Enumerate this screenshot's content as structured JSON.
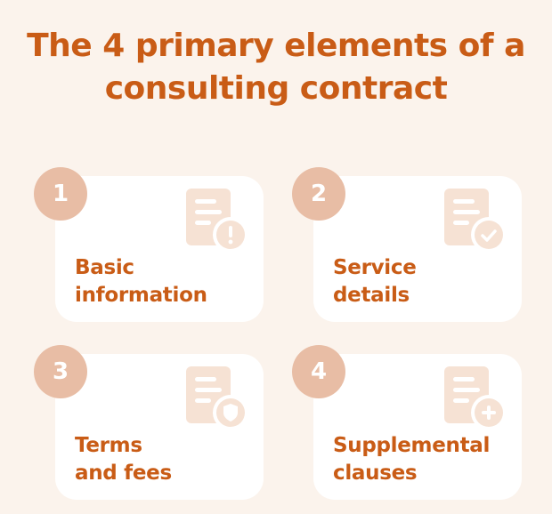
{
  "title": {
    "line1": "The 4 primary elements of a",
    "line2": "consulting contract"
  },
  "colors": {
    "background": "#fbf3ec",
    "accent": "#c95c16",
    "badge": "#e8bda5",
    "icon": "#f6e2d4",
    "card": "#ffffff"
  },
  "cards": [
    {
      "number": "1",
      "label_line1": "Basic",
      "label_line2": "information",
      "icon": "document-alert-icon"
    },
    {
      "number": "2",
      "label_line1": "Service",
      "label_line2": "details",
      "icon": "document-check-icon"
    },
    {
      "number": "3",
      "label_line1": "Terms",
      "label_line2": "and fees",
      "icon": "document-shield-icon"
    },
    {
      "number": "4",
      "label_line1": "Supplemental",
      "label_line2": "clauses",
      "icon": "document-plus-icon"
    }
  ]
}
